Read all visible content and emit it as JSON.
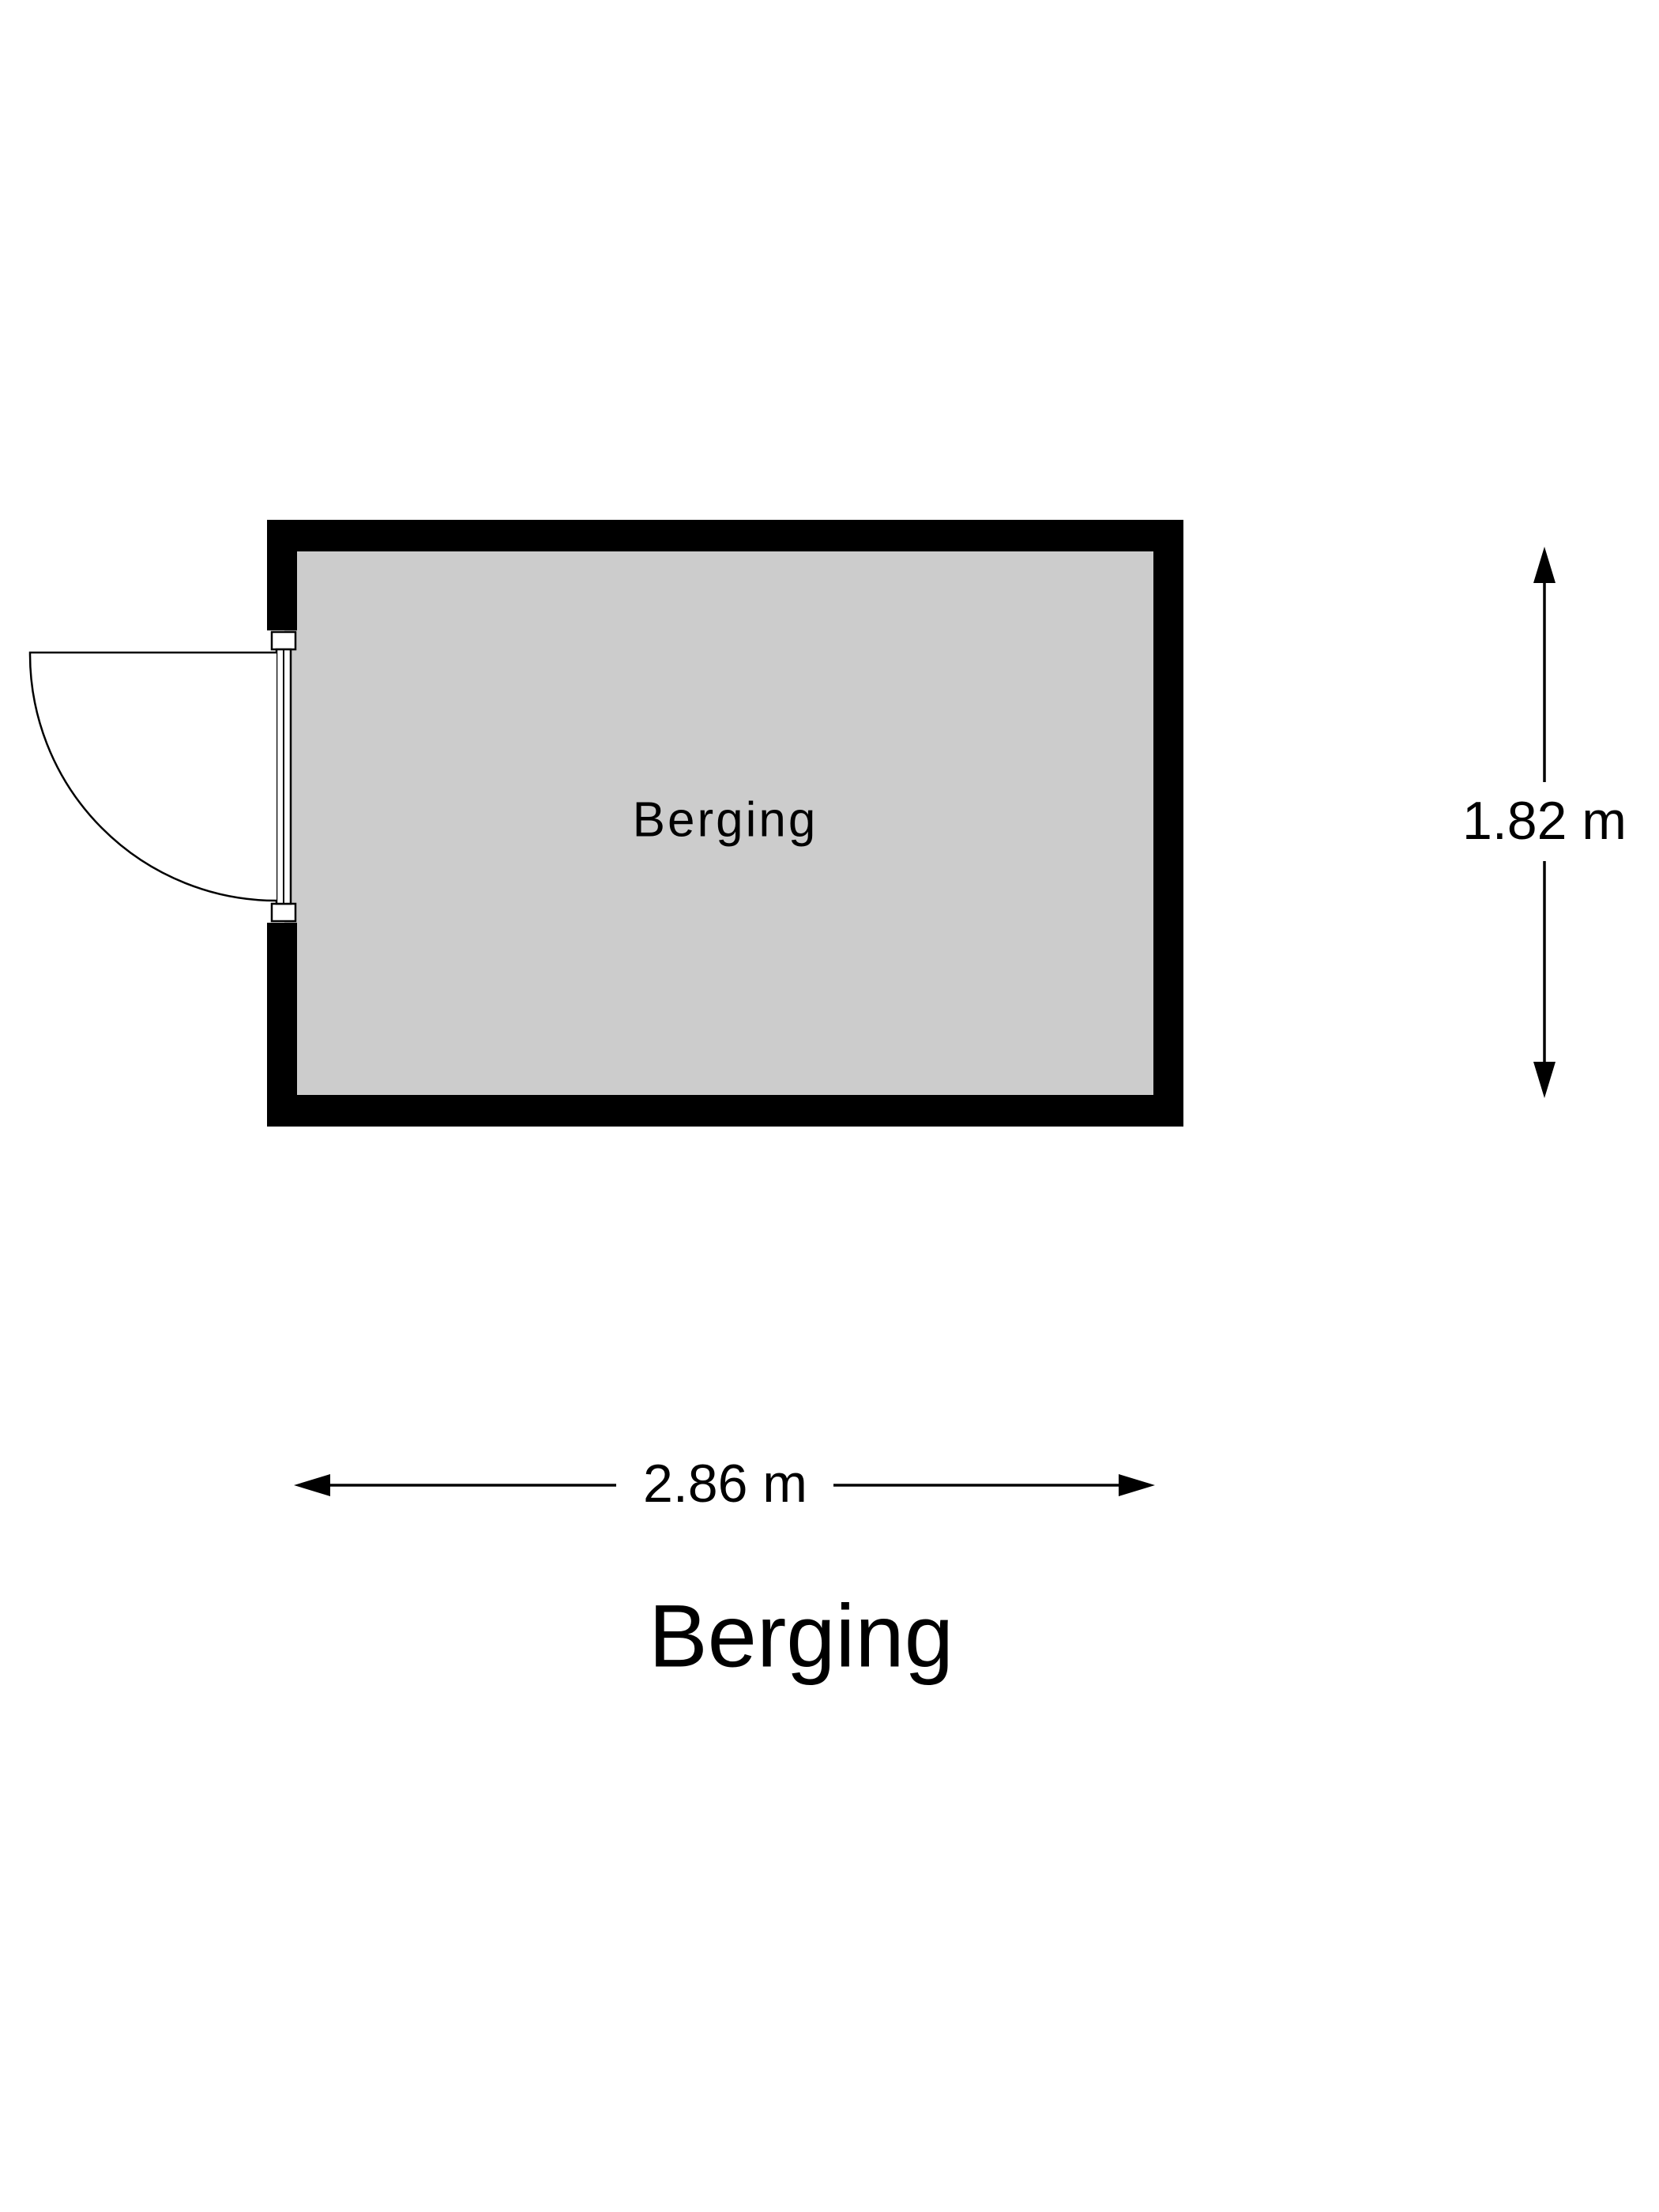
{
  "colors": {
    "wall": "#000000",
    "floor": "#cccccc",
    "background": "#ffffff",
    "line": "#000000"
  },
  "room": {
    "name": "Berging"
  },
  "dimensions": {
    "width_label": "2.86 m",
    "height_label": "1.82 m"
  },
  "title": "Berging"
}
